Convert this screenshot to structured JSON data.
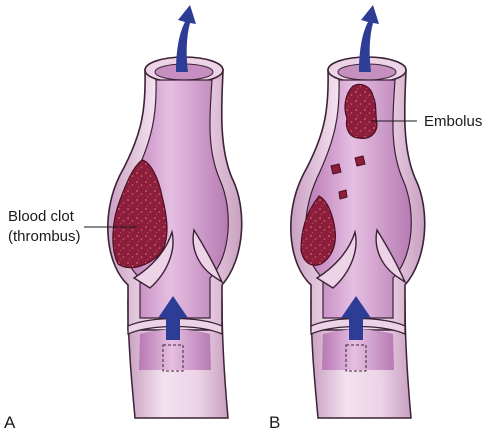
{
  "labels": {
    "clot_line1": "Blood clot",
    "clot_line2": "(thrombus)",
    "embolus": "Embolus",
    "panel_a": "A",
    "panel_b": "B"
  },
  "colors": {
    "vessel_wall": "#ecd3e6",
    "vessel_wall_shade": "#c9a0c0",
    "vessel_outline": "#3b2236",
    "lumen": "#d9a8d4",
    "lumen_shade": "#b878b4",
    "clot": "#8c1e3c",
    "clot_speckle": "#c9687f",
    "arrow": "#2d3d96"
  }
}
